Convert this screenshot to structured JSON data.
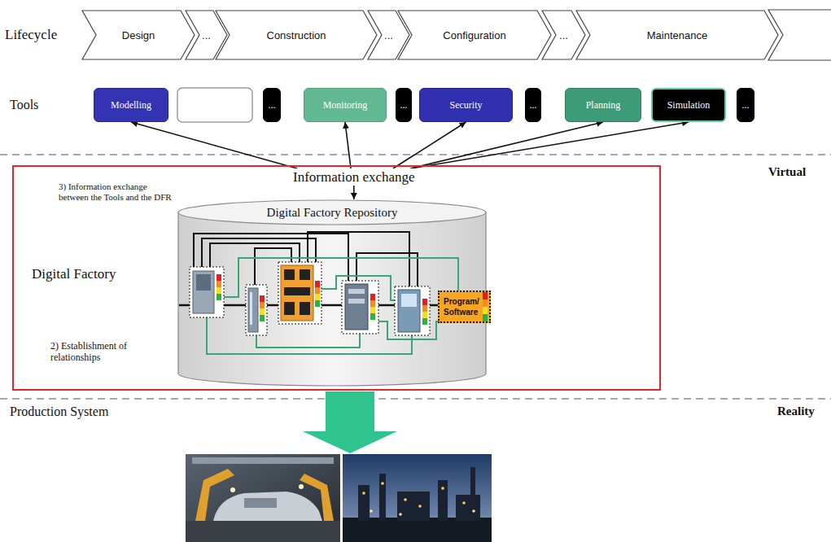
{
  "diagram": {
    "nodes": [
      {
        "text": [
          "Design"
        ]
      },
      {
        "text": [
          "..."
        ]
      },
      {
        "text": [
          "Construction"
        ]
      },
      {
        "text": [
          "..."
        ]
      },
      {
        "text": [
          "Configuration"
        ]
      },
      {
        "text": [
          "..."
        ]
      },
      {
        "text": [
          "Maintenance"
        ]
      },
      {
        "text": [
          "Modelling"
        ]
      },
      {
        "text": [
          "..."
        ]
      },
      {
        "text": [
          "Monitoring"
        ]
      },
      {
        "text": [
          "..."
        ]
      },
      {
        "text": [
          "Security"
        ]
      },
      {
        "text": [
          "..."
        ]
      },
      {
        "text": [
          "Planning"
        ]
      },
      {
        "text": [
          "Simulation"
        ]
      },
      {
        "text": [
          "..."
        ]
      },
      {
        "text": [
          "3) Information exchange between the Tools and the DFR",
          "Digital Factory",
          "2) Establishment of relationships"
        ]
      },
      {
        "text": [
          "Information exchange"
        ],
        "in": 16
      },
      {
        "text": [
          "Digital Factory Repository"
        ],
        "in": 16
      },
      {
        "text": [
          "Program/ Software"
        ],
        "in": 18
      }
    ],
    "edges": [
      {
        "from": 17,
        "to": 7,
        "arrow": "to"
      },
      {
        "from": 17,
        "to": 9,
        "arrow": "to"
      },
      {
        "from": 17,
        "to": 11,
        "arrow": "to"
      },
      {
        "from": 17,
        "to": 13,
        "arrow": "to"
      },
      {
        "from": 17,
        "to": 14,
        "arrow": "to"
      },
      {
        "from": 17,
        "to": 18,
        "arrow": "to"
      }
    ],
    "labels": [
      "Lifecycle",
      "Tools",
      "Virtual",
      "Production System",
      "Reality"
    ]
  }
}
